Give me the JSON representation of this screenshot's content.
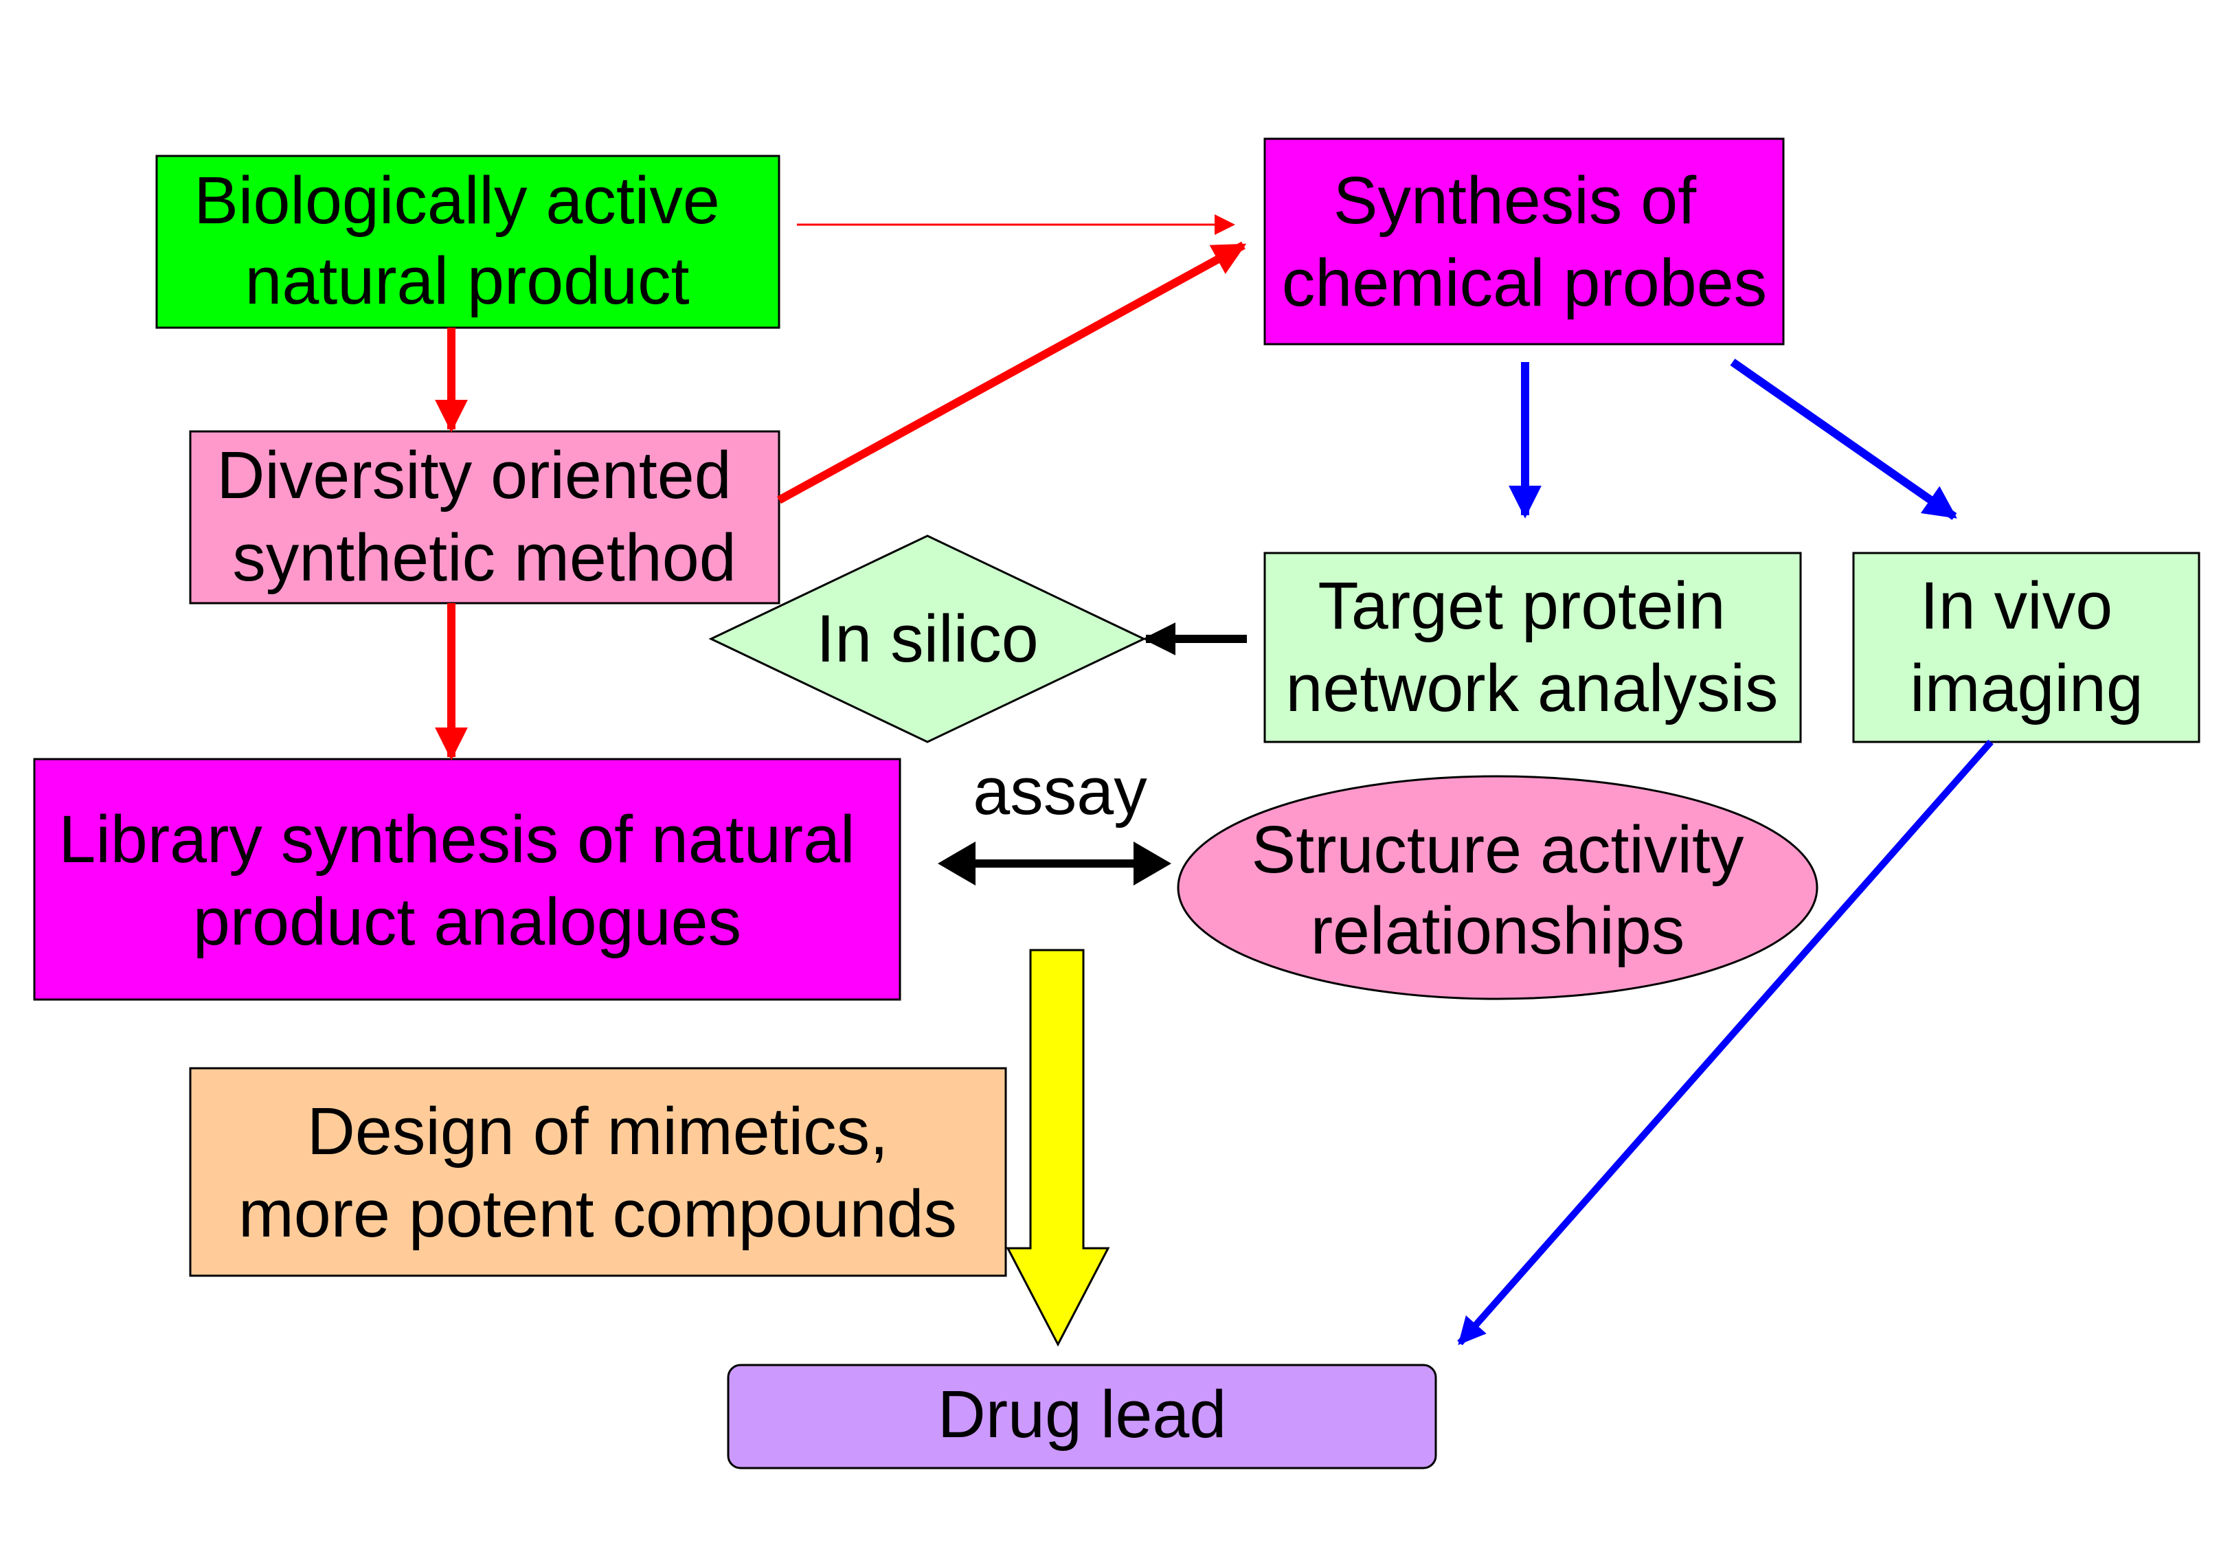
{
  "nodes": {
    "natural_product": {
      "line1": "Biologically active",
      "line2": "natural product"
    },
    "synthesis_probes": {
      "line1": "Synthesis of",
      "line2": "chemical probes"
    },
    "diversity_method": {
      "line1": "Diversity oriented",
      "line2": "synthetic method"
    },
    "in_silico": {
      "label": "In silico"
    },
    "target_protein": {
      "line1": "Target protein",
      "line2": "network analysis"
    },
    "in_vivo": {
      "line1": "In vivo",
      "line2": "imaging"
    },
    "library_synthesis": {
      "line1": "Library synthesis of natural",
      "line2": "product analogues"
    },
    "sar": {
      "line1": "Structure activity",
      "line2": "relationships"
    },
    "design_mimetics": {
      "line1": "Design of mimetics,",
      "line2": "more potent compounds"
    },
    "drug_lead": {
      "label": "Drug lead"
    }
  },
  "edge_labels": {
    "assay": "assay"
  },
  "colors": {
    "green": "#00ff00",
    "magenta": "#ff00ff",
    "pink": "#ff99cc",
    "light_green": "#ccffcc",
    "peach": "#ffcc99",
    "lavender": "#cc99ff",
    "red_arrow": "#ff0000",
    "blue_arrow": "#0000ff",
    "black_arrow": "#000000",
    "yellow_arrow": "#ffff00"
  }
}
